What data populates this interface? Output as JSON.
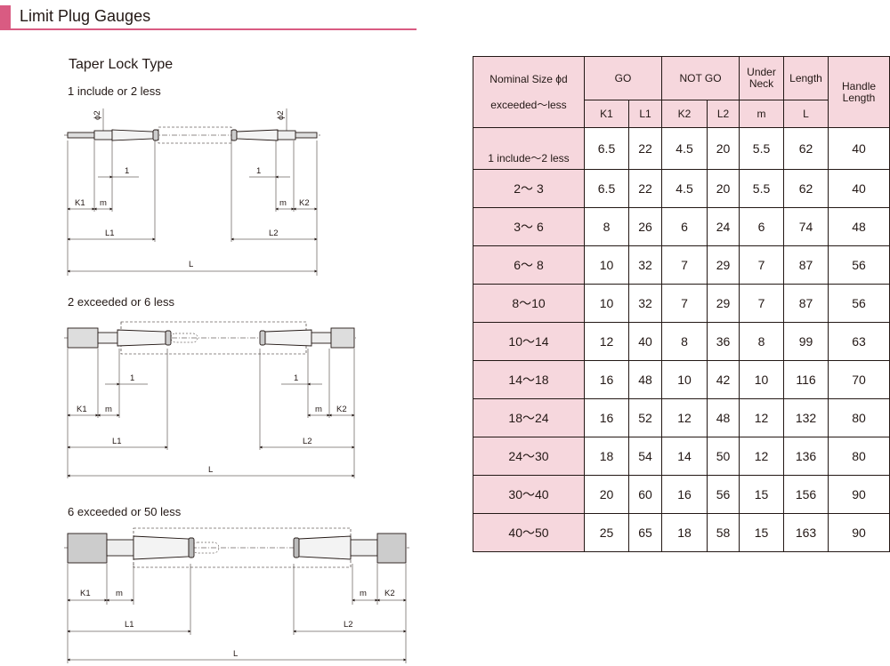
{
  "header": {
    "title": "Limit Plug Gauges"
  },
  "drawing": {
    "subtitle": "Taper Lock Type",
    "sections": [
      {
        "label": "1 include or 2 less",
        "dims": {
          "phi_left": "ϕ2",
          "phi_right": "ϕ2",
          "one_left": "1",
          "one_right": "1",
          "k1": "K1",
          "m_left": "m",
          "m_right": "m",
          "k2": "K2",
          "l1": "L1",
          "l2": "L2",
          "l": "L"
        }
      },
      {
        "label": "2 exceeded or 6 less",
        "dims": {
          "one_left": "1",
          "one_right": "1",
          "k1": "K1",
          "m_left": "m",
          "m_right": "m",
          "k2": "K2",
          "l1": "L1",
          "l2": "L2",
          "l": "L"
        }
      },
      {
        "label": "6 exceeded or 50 less",
        "dims": {
          "k1": "K1",
          "m_left": "m",
          "m_right": "m",
          "k2": "K2",
          "l1": "L1",
          "l2": "L2",
          "l": "L"
        }
      }
    ]
  },
  "table": {
    "header": {
      "nominal_line1": "Nominal Size ϕd",
      "nominal_line2": "exceeded～less",
      "go": "GO",
      "not_go": "NOT GO",
      "under_neck_1": "Under",
      "under_neck_2": "Neck",
      "length": "Length",
      "handle_1": "Handle",
      "handle_2": "Length",
      "k1": "K1",
      "l1": "L1",
      "k2": "K2",
      "l2": "L2",
      "m": "m",
      "l": "L"
    },
    "rows": [
      {
        "size": "1 include～2 less",
        "k1": "6.5",
        "l1": "22",
        "k2": "4.5",
        "l2": "20",
        "m": "5.5",
        "l": "62",
        "handle": "40"
      },
      {
        "size": "2～ 3",
        "k1": "6.5",
        "l1": "22",
        "k2": "4.5",
        "l2": "20",
        "m": "5.5",
        "l": "62",
        "handle": "40"
      },
      {
        "size": "3～ 6",
        "k1": "8",
        "l1": "26",
        "k2": "6",
        "l2": "24",
        "m": "6",
        "l": "74",
        "handle": "48"
      },
      {
        "size": "6～ 8",
        "k1": "10",
        "l1": "32",
        "k2": "7",
        "l2": "29",
        "m": "7",
        "l": "87",
        "handle": "56"
      },
      {
        "size": "8～10",
        "k1": "10",
        "l1": "32",
        "k2": "7",
        "l2": "29",
        "m": "7",
        "l": "87",
        "handle": "56"
      },
      {
        "size": "10～14",
        "k1": "12",
        "l1": "40",
        "k2": "8",
        "l2": "36",
        "m": "8",
        "l": "99",
        "handle": "63"
      },
      {
        "size": "14～18",
        "k1": "16",
        "l1": "48",
        "k2": "10",
        "l2": "42",
        "m": "10",
        "l": "116",
        "handle": "70"
      },
      {
        "size": "18～24",
        "k1": "16",
        "l1": "52",
        "k2": "12",
        "l2": "48",
        "m": "12",
        "l": "132",
        "handle": "80"
      },
      {
        "size": "24～30",
        "k1": "18",
        "l1": "54",
        "k2": "14",
        "l2": "50",
        "m": "12",
        "l": "136",
        "handle": "80"
      },
      {
        "size": "30～40",
        "k1": "20",
        "l1": "60",
        "k2": "16",
        "l2": "56",
        "m": "15",
        "l": "156",
        "handle": "90"
      },
      {
        "size": "40～50",
        "k1": "25",
        "l1": "65",
        "k2": "18",
        "l2": "58",
        "m": "15",
        "l": "163",
        "handle": "90"
      }
    ]
  }
}
